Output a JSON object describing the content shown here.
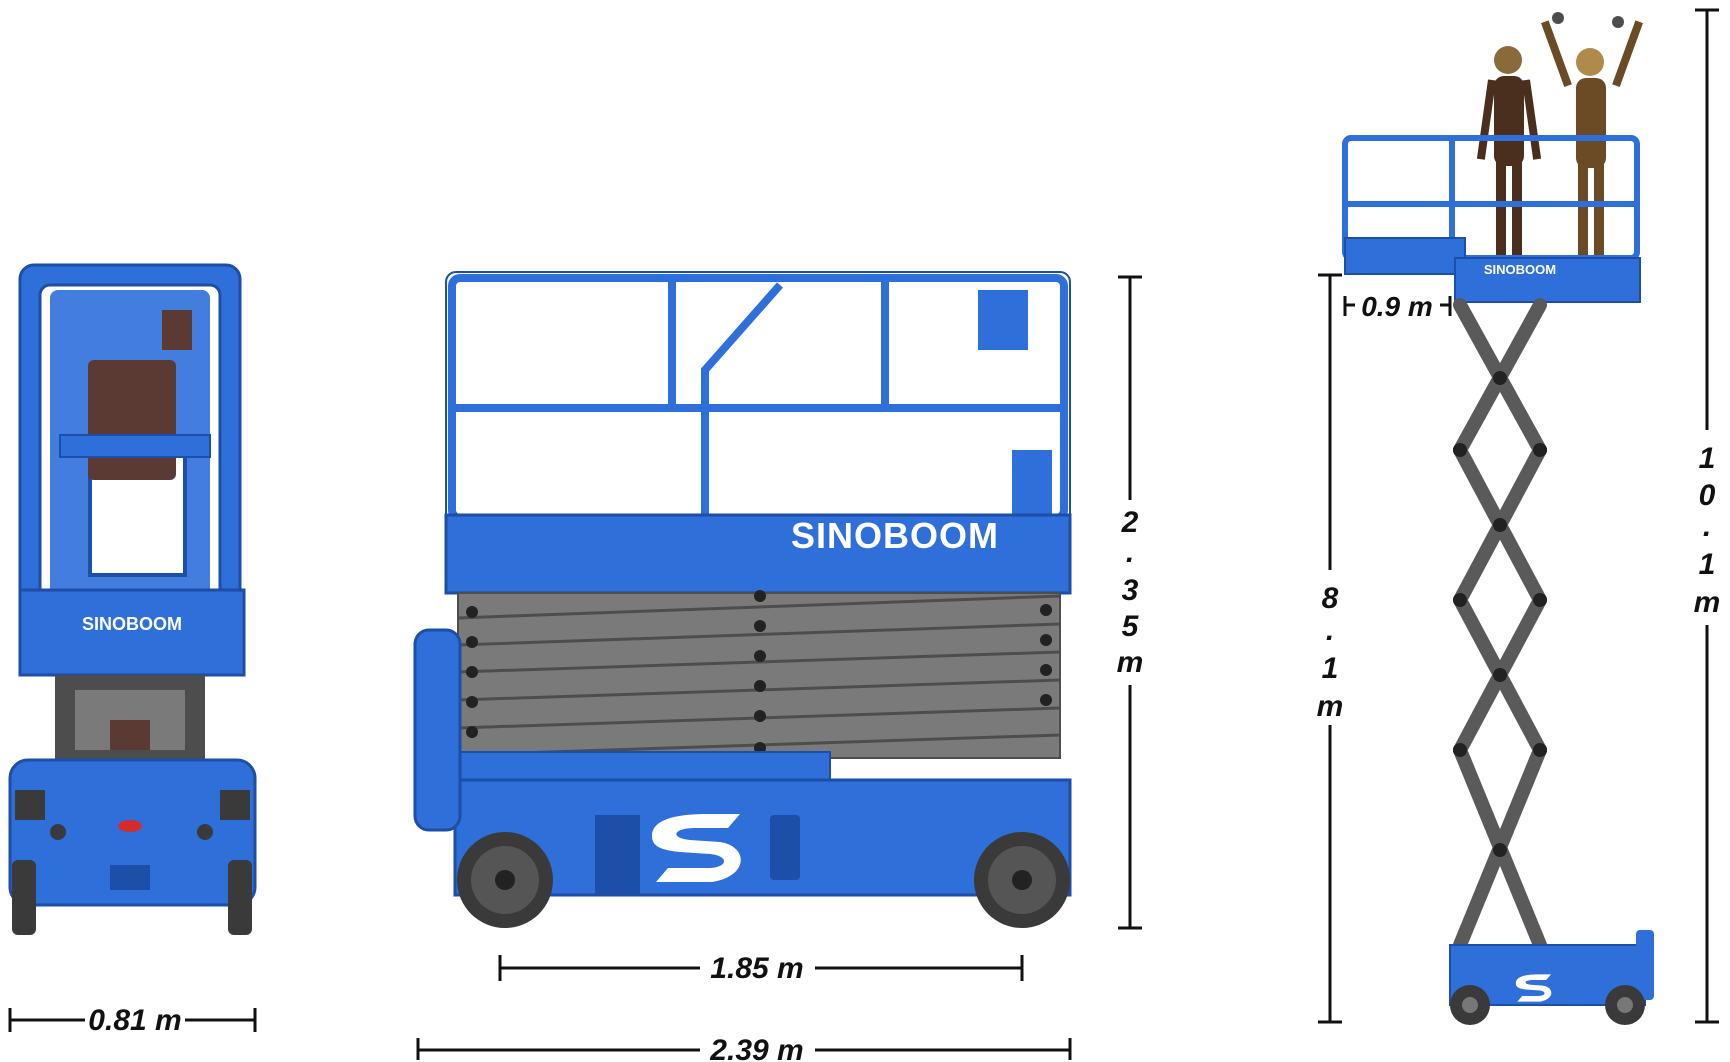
{
  "colors": {
    "machine_blue": "#2f6fd9",
    "machine_blue_dark": "#1d4ea8",
    "scissor_gray": "#7a7a7a",
    "scissor_dark": "#4d4d4d",
    "tire": "#3a3a3a",
    "panel_brown": "#5a3a33",
    "figure_dark": "#4a2f1e",
    "figure_mid": "#6b4a26",
    "dimension_line": "#111111"
  },
  "views": {
    "front": {
      "brand": "SINOBOOM",
      "width_label": "0.81 m"
    },
    "side": {
      "brand": "SINOBOOM",
      "height_label": [
        "2",
        ".",
        "3",
        "5",
        "m"
      ],
      "wheelbase_label": "1.85 m",
      "length_label": "2.39 m"
    },
    "extended": {
      "brand": "SINOBOOM",
      "extension_label": "0.9 m",
      "platform_height_label": [
        "8",
        ".",
        "1",
        "m"
      ],
      "working_height_label": [
        "1",
        "0",
        ".",
        "1",
        "m"
      ]
    }
  },
  "icons": {
    "logo": "sinoboom-s-logo-icon",
    "person": "person-icon"
  }
}
